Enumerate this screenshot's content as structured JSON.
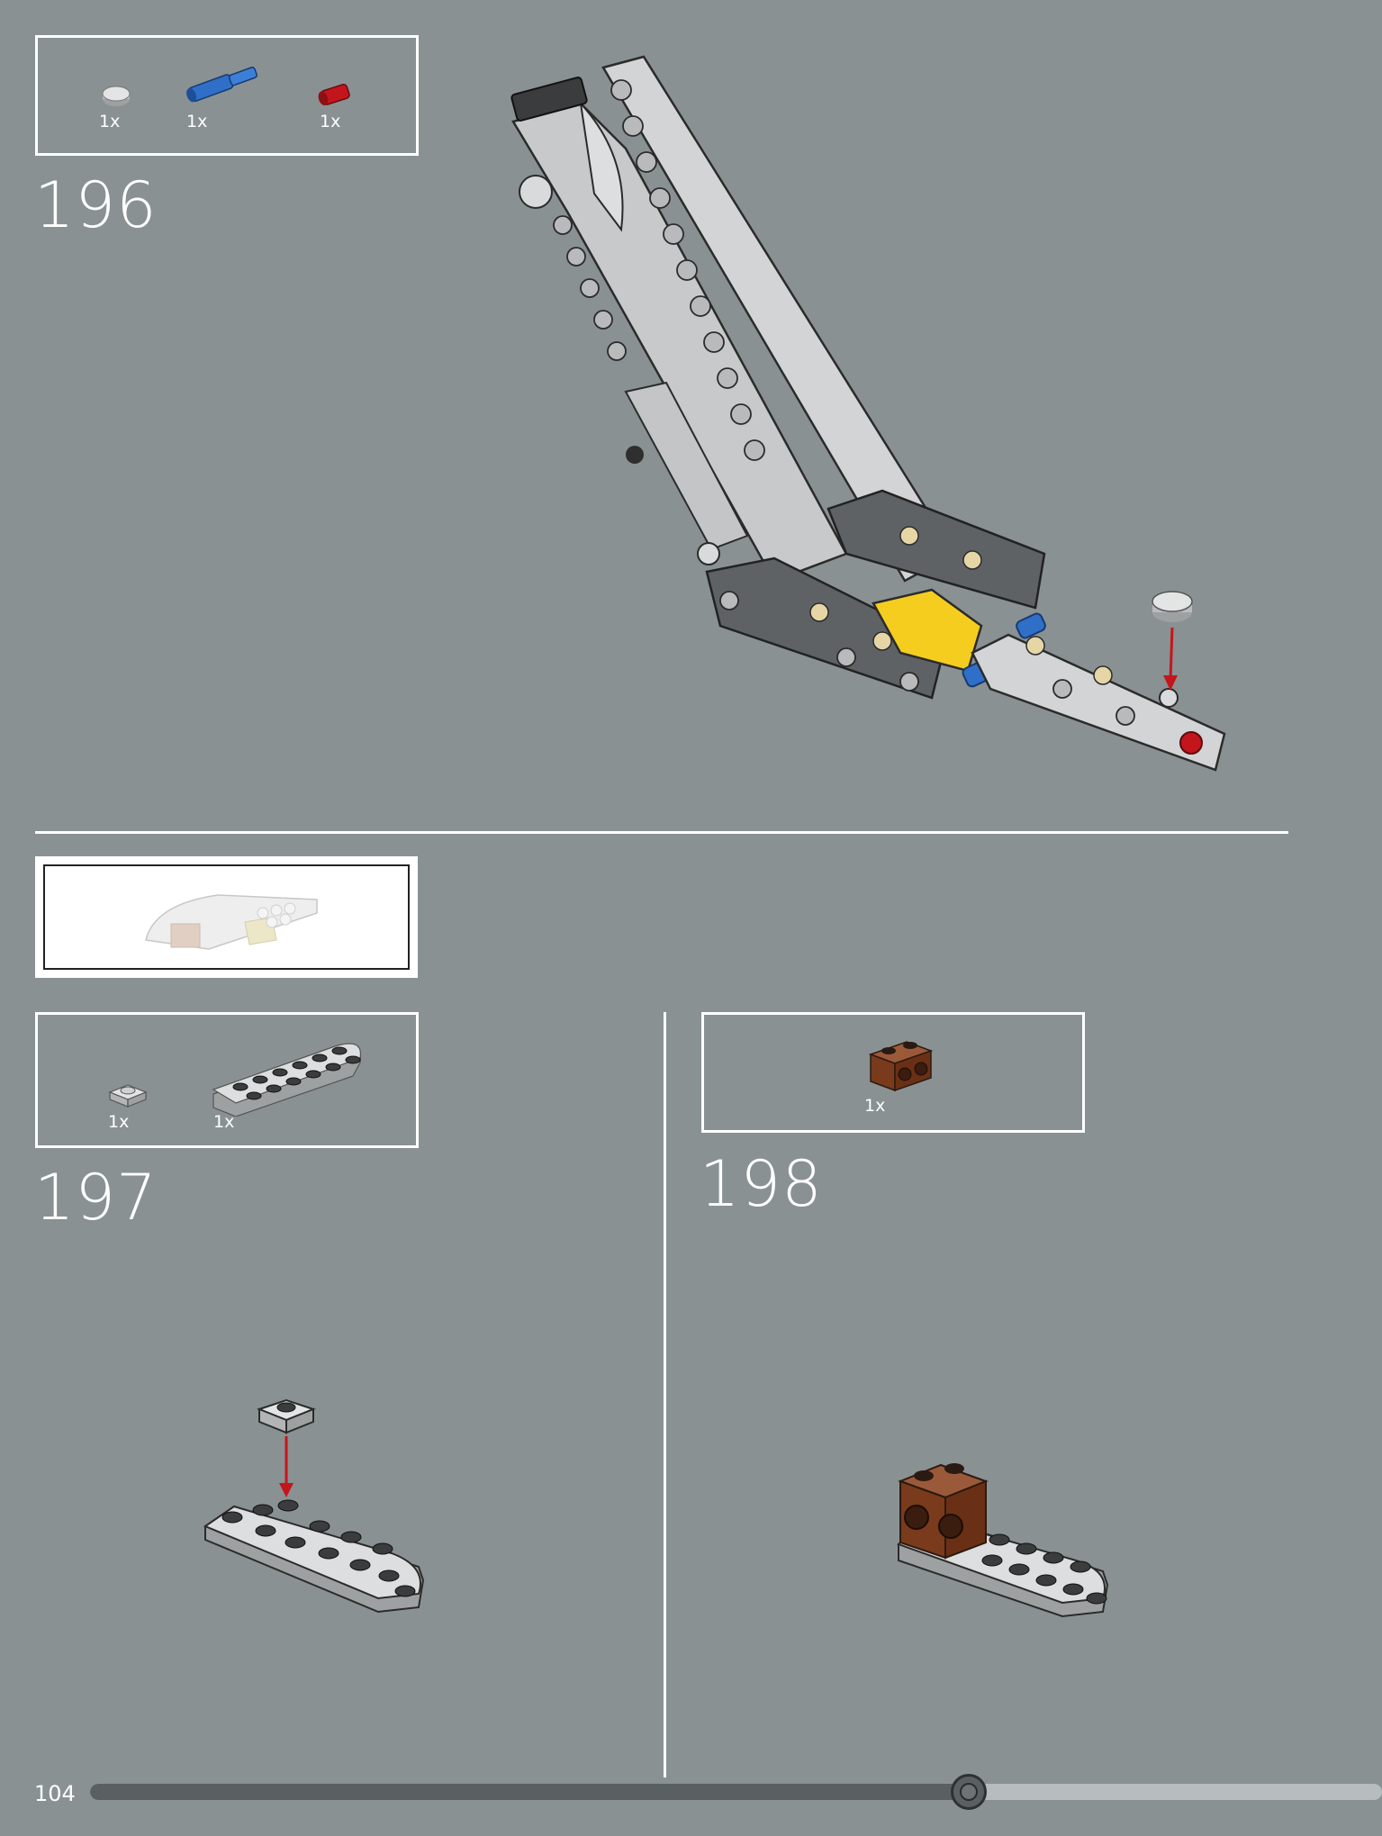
{
  "page": {
    "number": "104",
    "progress_fraction": 0.68
  },
  "steps": [
    {
      "number": "196",
      "parts": [
        {
          "name": "round-tile-light-gray",
          "qty": "1x"
        },
        {
          "name": "axle-pin-blue",
          "qty": "1x"
        },
        {
          "name": "axle-pin-red",
          "qty": "1x"
        }
      ]
    },
    {
      "number": "197",
      "parts": [
        {
          "name": "plate-1x1-light-gray",
          "qty": "1x"
        },
        {
          "name": "wedge-plate-light-gray",
          "qty": "1x"
        }
      ]
    },
    {
      "number": "198",
      "parts": [
        {
          "name": "technic-brick-reddish-brown",
          "qty": "1x"
        }
      ]
    }
  ],
  "colors": {
    "background": "#8a9193",
    "light_gray": "#c9cbcc",
    "dark_gray": "#5e6264",
    "yellow": "#f5cd1e",
    "blue": "#2f6fc8",
    "red": "#c3161c",
    "brown": "#7a3a1c",
    "tan": "#e6d6a6"
  }
}
